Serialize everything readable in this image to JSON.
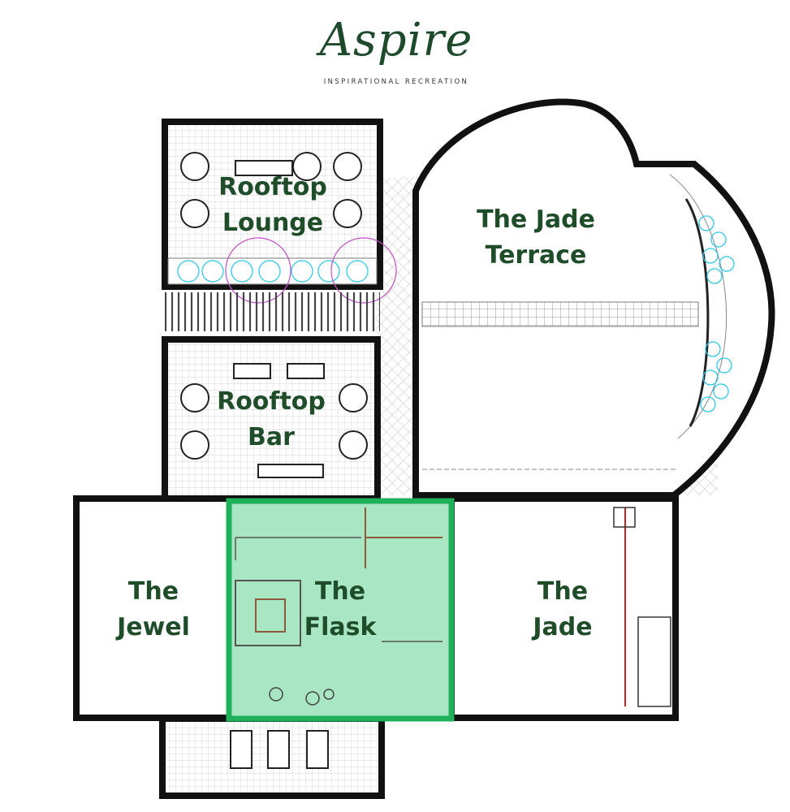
{
  "brand": {
    "logo_text": "Aspire",
    "tagline": "INSPIRATIONAL RECREATION"
  },
  "rooms": {
    "rooftop_lounge": {
      "line1": "Rooftop",
      "line2": "Lounge",
      "highlighted": false
    },
    "jade_terrace": {
      "line1": "The Jade",
      "line2": "Terrace",
      "highlighted": false
    },
    "rooftop_bar": {
      "line1": "Rooftop",
      "line2": "Bar",
      "highlighted": false
    },
    "jewel": {
      "line1": "The",
      "line2": "Jewel",
      "highlighted": false
    },
    "flask": {
      "line1": "The",
      "line2": "Flask",
      "highlighted": true
    },
    "jade": {
      "line1": "The",
      "line2": "Jade",
      "highlighted": false
    }
  },
  "colors": {
    "wall": "#111111",
    "label": "#1f4d2a",
    "highlight_fill": "#a8e6c4",
    "highlight_border": "#1fb15a",
    "brand": "#1e4a2c",
    "water_feature": "#30c8e6"
  }
}
